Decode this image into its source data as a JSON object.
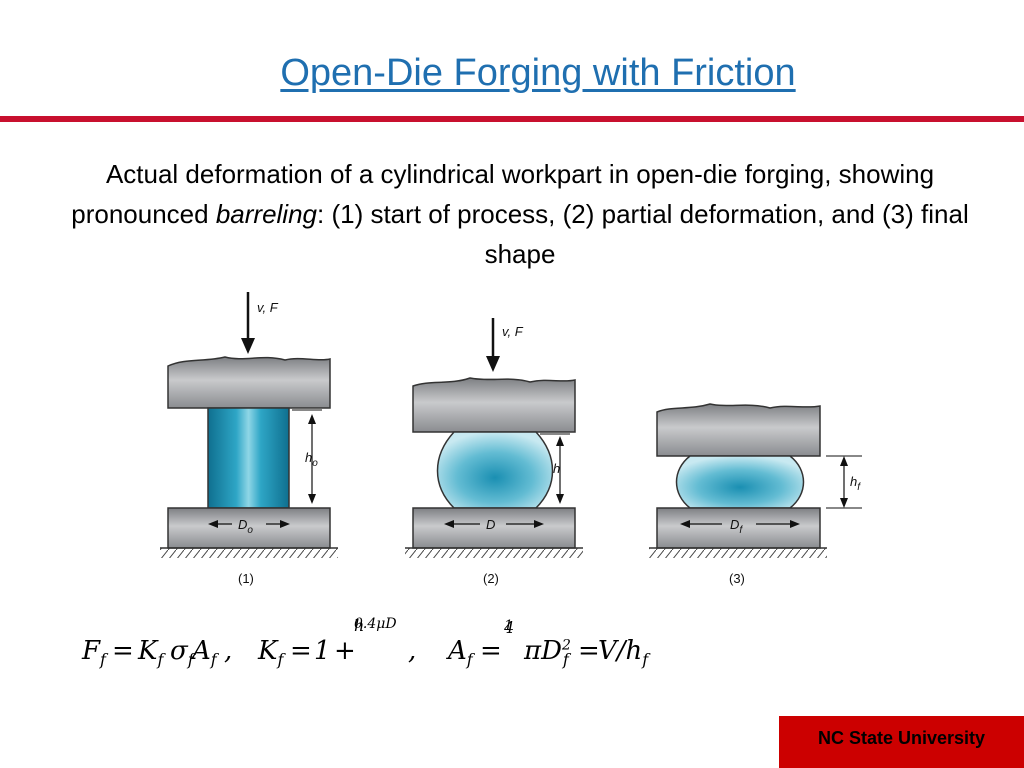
{
  "slide": {
    "title": "Open-Die Forging with Friction",
    "caption_parts": {
      "a": "Actual deformation of a cylindrical workpart in open-die forging, showing pronounced ",
      "em": "barreling",
      "b": ": (1) start of process, (2) partial deformation, and (3) final shape"
    },
    "footer": "NC State University",
    "colors": {
      "title": "#1f6fb0",
      "rule": "#c8102e",
      "badge": "#cc0000",
      "workpart": "#1e8fb0",
      "die": "#9a9ca0"
    }
  },
  "diagram": {
    "stages": [
      {
        "label": "(1)",
        "force": "v, F",
        "height": "h",
        "height_sub": "o",
        "diameter": "D",
        "diameter_sub": "o"
      },
      {
        "label": "(2)",
        "force": "v, F",
        "height": "h",
        "height_sub": "",
        "diameter": "D",
        "diameter_sub": ""
      },
      {
        "label": "(3)",
        "force": "",
        "height": "h",
        "height_sub": "f",
        "diameter": "D",
        "diameter_sub": "f"
      }
    ]
  },
  "formula": {
    "f1": "F",
    "f1_sub": "f",
    "eq1": "=",
    "k1": "K",
    "k1_sub": "f",
    "s1": "σ",
    "s1_sub": "f",
    "a1": "A",
    "a1_sub": "f",
    "comma1": ",",
    "k2": "K",
    "k2_sub": "f",
    "eq2": "=",
    "one": "1",
    "plus": "+",
    "frac1_num": "0.4μD",
    "frac1_den": "h",
    "comma2": ",",
    "a2": "A",
    "a2_sub": "f",
    "eq3": "=",
    "frac2_num": "1",
    "frac2_den": "4",
    "pi": "πD",
    "pi_sub": "f",
    "pi_sup": "2",
    "eq4": "=",
    "v": "V/h",
    "v_sub": "f"
  }
}
